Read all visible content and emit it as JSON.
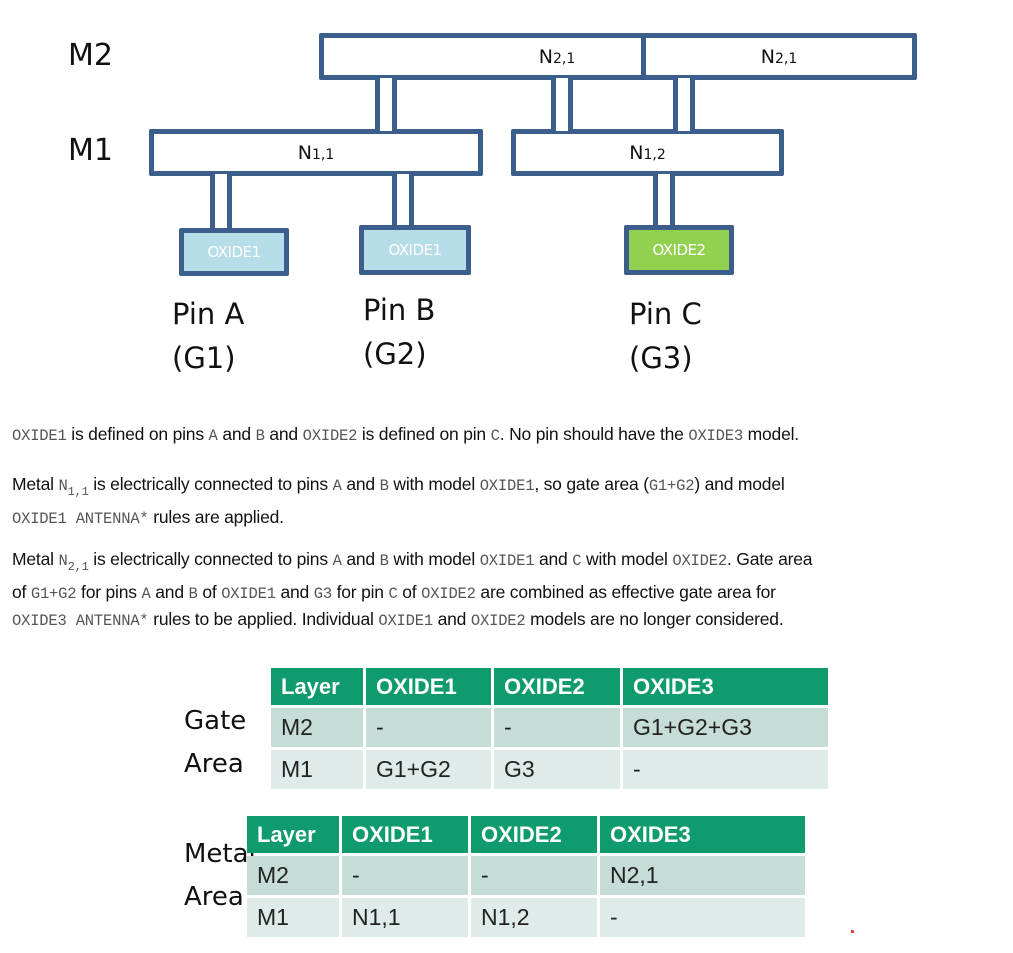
{
  "diagram": {
    "layers": [
      {
        "id": "M2",
        "label": "M2"
      },
      {
        "id": "M1",
        "label": "M1"
      }
    ],
    "nets": [
      {
        "id": "n21a",
        "layer": "M2",
        "main": "N",
        "sub": "2,1"
      },
      {
        "id": "n21b",
        "layer": "M2",
        "main": "N",
        "sub": "2,1"
      },
      {
        "id": "n11",
        "layer": "M1",
        "main": "N",
        "sub": "1,1"
      },
      {
        "id": "n12",
        "layer": "M1",
        "main": "N",
        "sub": "1,2"
      }
    ],
    "oxides": [
      {
        "id": "pinA",
        "label": "OXIDE1",
        "color": "#b6dde8"
      },
      {
        "id": "pinB",
        "label": "OXIDE1",
        "color": "#b6dde8"
      },
      {
        "id": "pinC",
        "label": "OXIDE2",
        "color": "#92d050"
      }
    ],
    "pins": [
      {
        "name": "Pin A",
        "gate": "(G1)"
      },
      {
        "name": "Pin B",
        "gate": "(G2)"
      },
      {
        "name": "Pin C",
        "gate": "(G3)"
      }
    ],
    "colors": {
      "outline": "#3b5e8c",
      "table_header": "#0f9b6e",
      "row_dark": "#c5ddd6",
      "row_light": "#dfebe8"
    }
  },
  "paragraphs": {
    "p1": {
      "t1": "OXIDE1",
      "t2": " is defined on pins ",
      "t3": "A",
      "t4": " and ",
      "t5": "B",
      "t6": " and ",
      "t7": "OXIDE2",
      "t8": " is defined on pin ",
      "t9": "C",
      "t10": ". No pin should have the ",
      "t11": "OXIDE3",
      "t12": " model."
    },
    "p2": {
      "t1": "Metal ",
      "t2_main": "N",
      "t2_sub": "1,1",
      "t3": " is electrically connected to pins ",
      "t4": "A",
      "t5": " and ",
      "t6": "B",
      "t7": " with model ",
      "t8": "OXIDE1",
      "t9": ", so gate area (",
      "t10": "G1+G2",
      "t11": ") and model",
      "t12": "OXIDE1 ANTENNA*",
      "t13": " rules are applied."
    },
    "p3": {
      "t1": "Metal ",
      "t2_main": "N",
      "t2_sub": "2,1",
      "t3": " is electrically connected to pins ",
      "t4": "A",
      "t5": " and ",
      "t6": "B",
      "t7": " with model ",
      "t8": "OXIDE1",
      "t9": " and ",
      "t10": "C",
      "t11": " with model ",
      "t12": "OXIDE2",
      "t13": ". Gate area",
      "t14": "of ",
      "t15": "G1+G2",
      "t16": " for pins ",
      "t17": "A",
      "t18": " and ",
      "t19": "B",
      "t20": " of ",
      "t21": "OXIDE1",
      "t22": " and ",
      "t23": "G3",
      "t24": " for pin ",
      "t25": "C",
      "t26": " of ",
      "t27": "OXIDE2",
      "t28": " are combined as effective gate area for",
      "t29": "OXIDE3 ANTENNA*",
      "t30": " rules to be applied. Individual ",
      "t31": "OXIDE1",
      "t32": " and ",
      "t33": "OXIDE2",
      "t34": " models are no longer considered."
    }
  },
  "tables": {
    "gate_area": {
      "side_label": [
        "Gate",
        "Area"
      ],
      "headers": [
        "Layer",
        "OXIDE1",
        "OXIDE2",
        "OXIDE3"
      ],
      "rows": [
        [
          "M2",
          "-",
          "-",
          "G1+G2+G3"
        ],
        [
          "M1",
          "G1+G2",
          "G3",
          "-"
        ]
      ]
    },
    "metal_area": {
      "side_label": [
        "Metal",
        "Area"
      ],
      "headers": [
        "Layer",
        "OXIDE1",
        "OXIDE2",
        "OXIDE3"
      ],
      "rows": [
        [
          "M2",
          "-",
          "-",
          "N2,1"
        ],
        [
          "M1",
          "N1,1",
          "N1,2",
          "-"
        ]
      ]
    }
  }
}
